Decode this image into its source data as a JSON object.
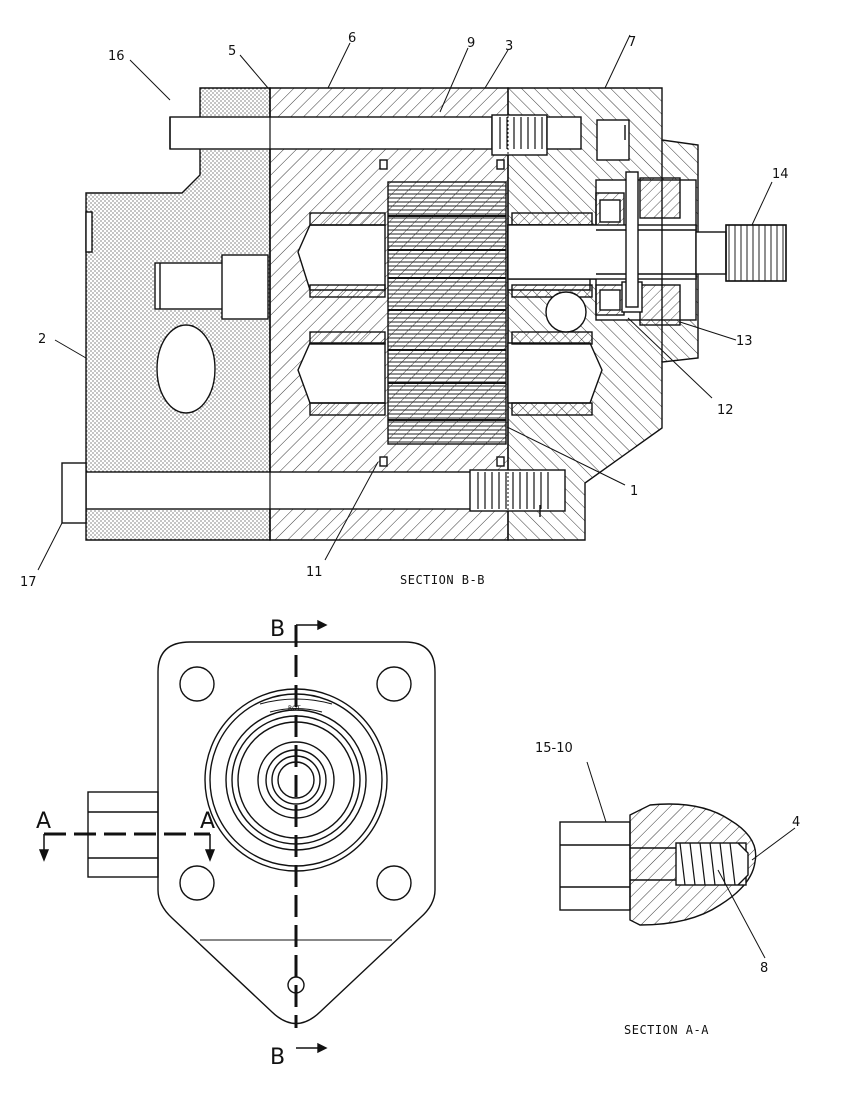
{
  "sections": {
    "section_bb": "SECTION B-B",
    "section_aa": "SECTION A-A"
  },
  "callouts": {
    "c1": "1",
    "c2": "2",
    "c3": "3",
    "c4": "4",
    "c5": "5",
    "c6": "6",
    "c7": "7",
    "c8": "8",
    "c9": "9",
    "c11": "11",
    "c12": "12",
    "c13": "13",
    "c14": "14",
    "c15_10": "15-10",
    "c16": "16",
    "c17": "17"
  },
  "section_marks": {
    "b_top": "B",
    "b_bottom": "B",
    "a_left": "A",
    "a_right": "A"
  },
  "rotation_mark": "ROT"
}
